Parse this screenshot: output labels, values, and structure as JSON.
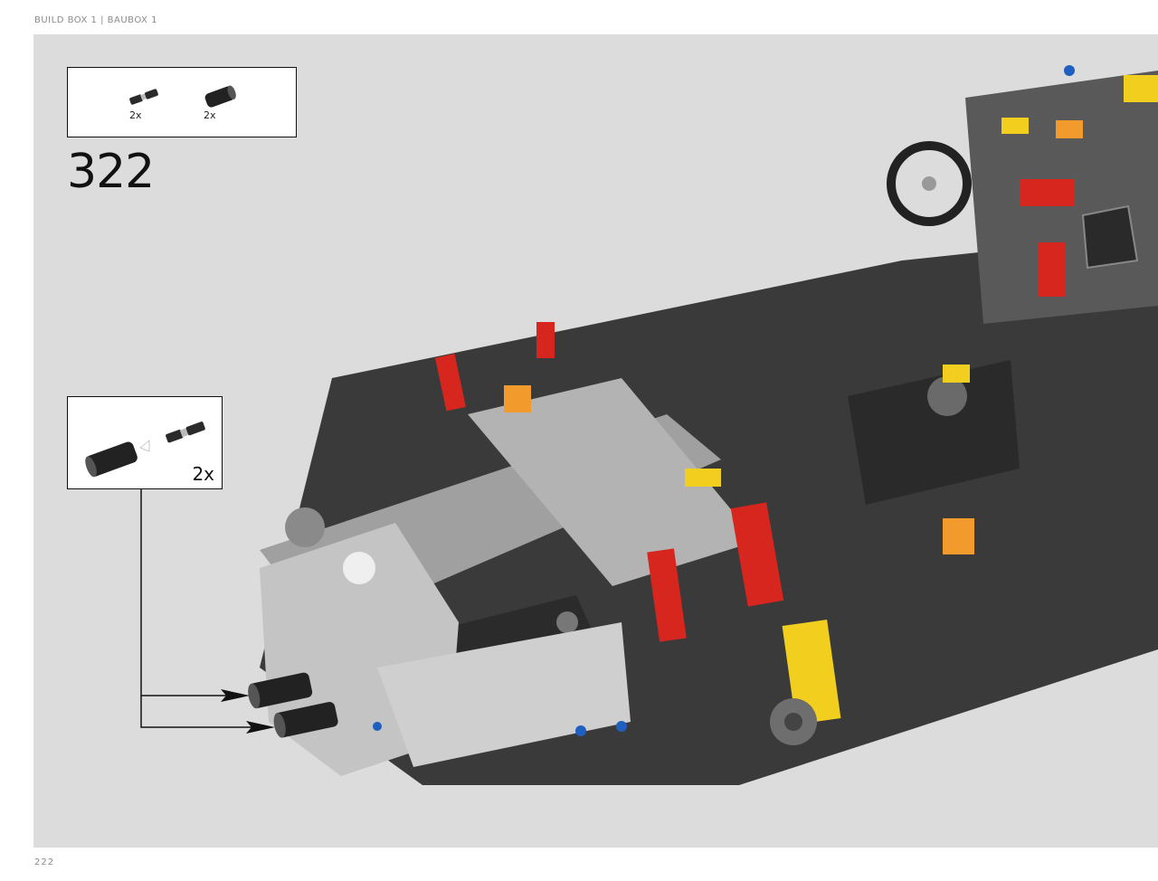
{
  "page": {
    "header": "BUILD BOX 1 | BAUBOX 1",
    "page_number": "222"
  },
  "step": {
    "number": "322",
    "parts": [
      {
        "icon": "axle-pin-with-bushing-icon",
        "quantity": "2x"
      },
      {
        "icon": "black-connector-icon",
        "quantity": "2x"
      }
    ],
    "subassembly": {
      "quantity": "2x",
      "icons": [
        "black-connector-icon",
        "axle-pin-with-bushing-icon"
      ]
    }
  },
  "colors": {
    "background": "#dcdcdc",
    "frame_black": "#2b2b2b",
    "frame_gray": "#9a9a9a",
    "accent_red": "#d6261e",
    "accent_yellow": "#f2cf1f",
    "accent_orange": "#f39a2c",
    "accent_blue": "#1f5fbf"
  }
}
